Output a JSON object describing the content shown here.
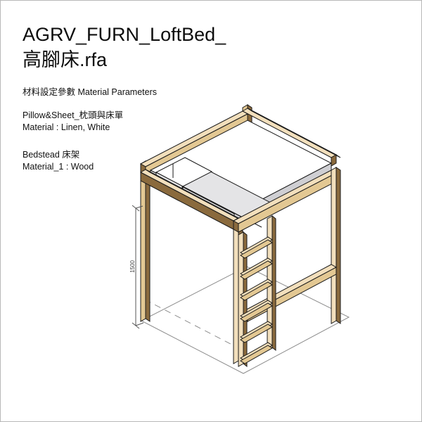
{
  "document": {
    "title_lines": [
      "AGRV_FURN_LoftBed_",
      "高腳床.rfa"
    ],
    "section_heading": "材料設定參數 Material Parameters",
    "parameter_groups": [
      {
        "name": "Pillow&Sheet_枕頭與床單",
        "material": "Material : Linen, White"
      },
      {
        "name": "Bedstead 床架",
        "material": "Material_1 : Wood"
      }
    ]
  },
  "drawing": {
    "dimension_label": "1500",
    "colors": {
      "wood_light": "#f2dfbc",
      "wood_mid": "#e3c893",
      "wood_dark": "#8a6a3d",
      "wood_shadow": "#6f5630",
      "linen_white": "#ffffff",
      "linen_shade": "#e4e4e6",
      "linen_shade_dark": "#cfcfd3",
      "outline": "#1a1a1a",
      "ground_line": "#8d8d8d",
      "dimension_line": "#555555",
      "page_border": "#b8b8b8"
    }
  }
}
